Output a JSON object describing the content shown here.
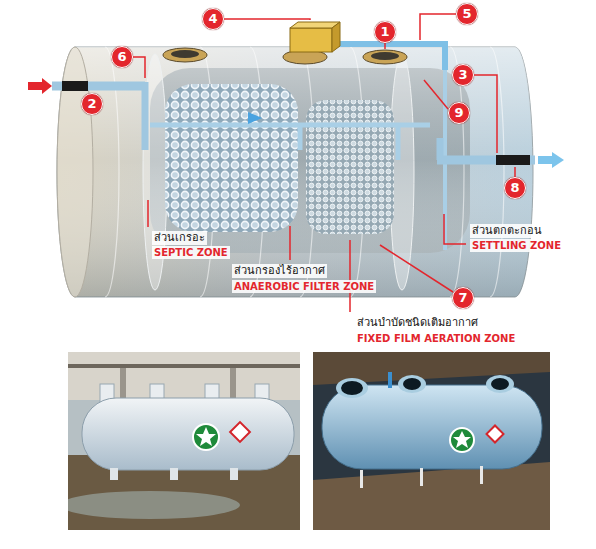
{
  "diagram": {
    "labels": [
      "5",
      "4",
      "1",
      "6",
      "3",
      "2",
      "9",
      "8",
      "ส่วนตกตะกอน",
      "SETTLING ZONE",
      "ส่วนเกรอะ",
      "SEPTIC ZONE",
      "ส่วนกรองไร้อากาศ",
      "ANAEROBIC FILTER ZONE",
      "7",
      "ส่วนบำบัดชนิดเติมอากาศ",
      "FIXED FILM AERATION ZONE"
    ]
  }
}
